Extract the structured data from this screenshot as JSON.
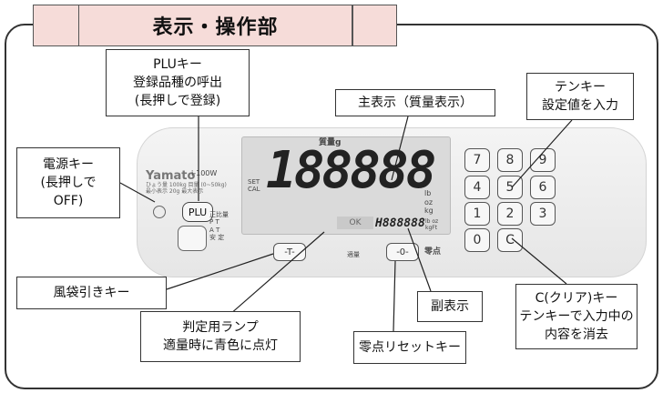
{
  "title": "表示・操作部",
  "callouts": {
    "plu": "PLUキー\n登録品種の呼出\n(長押しで登録)",
    "main_display": "主表示（質量表示）",
    "tenkey": "テンキー\n設定値を入力",
    "power": "電源キー\n(長押しで\nOFF)",
    "tare": "風袋引きキー",
    "lamp": "判定用ランプ\n適量時に青色に点灯",
    "zero": "零点リセットキー",
    "sub_display": "副表示",
    "clear": "C(クリア)キー\nテンキーで入力中の\n内容を消去"
  },
  "device": {
    "brand": "Yamato",
    "model": "i-100W",
    "spec_text": "ひょう量 100kg  目量 (0~50kg)\n最小表示 20g  最大表示",
    "main_digits": "188888",
    "sub_digits": "H888888",
    "mass_label": "質量g",
    "sub_units": "lb oz\nkgFt",
    "units": "lb\noz\nkg",
    "side_labels": "SET\nCAL",
    "stable_labels": "正比量\nP T\nA T\n安 定",
    "ok": "OK",
    "plu_key": "PLU",
    "tare_key": "-T-",
    "zero_key": "-0-",
    "lamp_label": "適量",
    "zero_side": "零点",
    "numeric_keys": [
      "7",
      "8",
      "9",
      "4",
      "5",
      "6",
      "1",
      "2",
      "3",
      "0",
      "C"
    ]
  }
}
